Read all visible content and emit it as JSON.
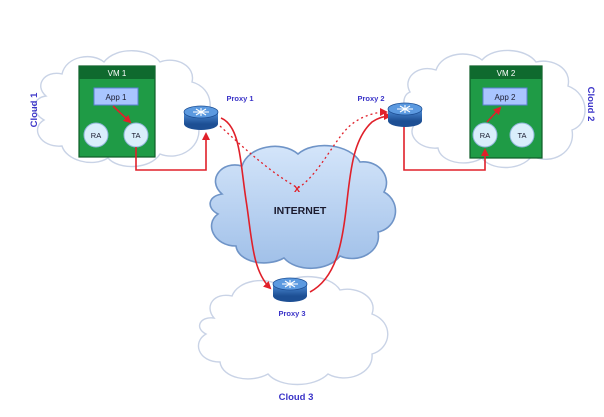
{
  "clouds": [
    {
      "id": "cloud1",
      "label": "Cloud 1"
    },
    {
      "id": "cloud2",
      "label": "Cloud 2"
    },
    {
      "id": "cloud3",
      "label": "Cloud 3"
    }
  ],
  "internet": {
    "label": "INTERNET"
  },
  "vms": [
    {
      "id": "vm1",
      "title": "VM 1",
      "app": "App 1",
      "ra": "RA",
      "ta": "TA"
    },
    {
      "id": "vm2",
      "title": "VM 2",
      "app": "App 2",
      "ra": "RA",
      "ta": "TA"
    }
  ],
  "proxies": [
    {
      "id": "proxy1",
      "label": "Proxy 1"
    },
    {
      "id": "proxy2",
      "label": "Proxy 2"
    },
    {
      "id": "proxy3",
      "label": "Proxy 3"
    }
  ],
  "blocked_marker": "x",
  "colors": {
    "cloud_fill": "#ffffff",
    "cloud_stroke": "#c9d3e6",
    "internet_fill": "#b7d1f2",
    "internet_stroke": "#6f94c7",
    "vm_fill": "#1f9b46",
    "vm_header": "#0f6a2e",
    "app_fill": "#a9c5ff",
    "node_fill": "#d9eefb",
    "router_fill": "#2b66b1",
    "path_red": "#e0202a",
    "label_blue": "#3b34c8"
  },
  "icons": [
    "router-icon",
    "cloud-icon"
  ]
}
